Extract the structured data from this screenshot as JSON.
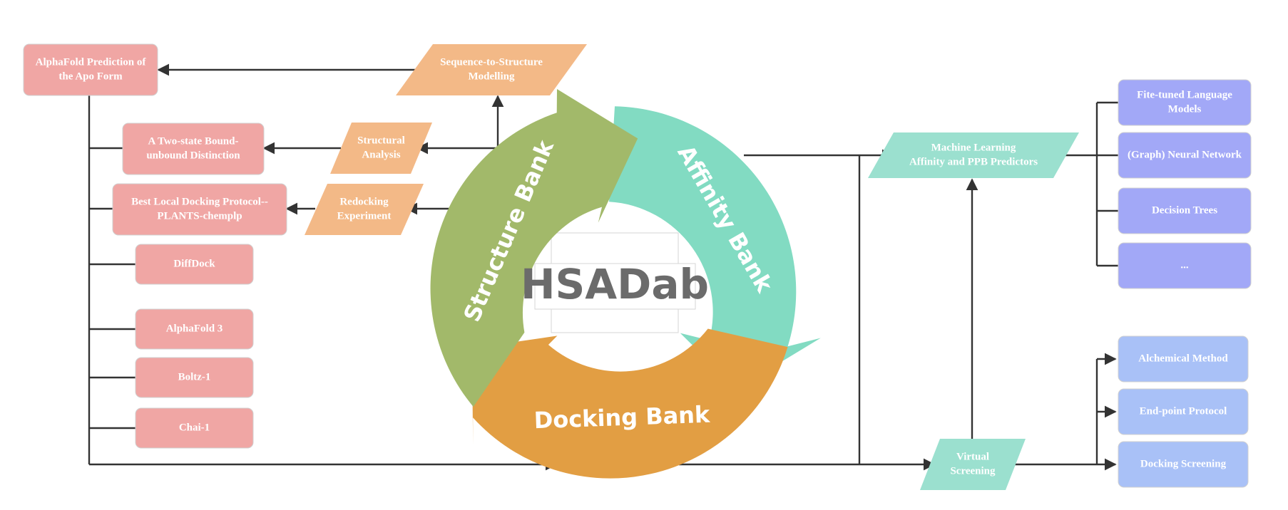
{
  "title": "HSADab",
  "banks": {
    "structure": "Structure Bank",
    "affinity": "Affinity Bank",
    "docking": "Docking Bank"
  },
  "colors": {
    "structure": "#a2b96a",
    "affinity": "#82dbc2",
    "docking": "#e29e43",
    "method_box": "#f0a6a4",
    "process_box": "#f3b987",
    "ml_box": "#9be0cf",
    "model_box": "#a2a8f7",
    "screening_box": "#a9c1f7"
  },
  "left_methods": [
    [
      "AlphaFold Prediction of",
      "the Apo Form"
    ],
    [
      "A Two-state Bound-",
      "unbound Distinction"
    ],
    [
      "Best Local Docking Protocol--",
      "PLANTS-chemplp"
    ],
    [
      "DiffDock"
    ],
    [
      "AlphaFold 3"
    ],
    [
      "Boltz-1"
    ],
    [
      "Chai-1"
    ]
  ],
  "processes": [
    [
      "Sequence-to-Structure",
      "Modelling"
    ],
    [
      "Structural",
      "Analysis"
    ],
    [
      "Redocking",
      "Experiment"
    ]
  ],
  "ml_predictor": [
    "Machine Learning",
    "Affinity and PPB Predictors"
  ],
  "virtual_screening": [
    "Virtual",
    "Screening"
  ],
  "ml_models": [
    [
      "Fite-tuned Language",
      "Models"
    ],
    [
      "(Graph) Neural Network"
    ],
    [
      "Decision Trees"
    ],
    [
      "..."
    ]
  ],
  "screening_methods": [
    [
      "Alchemical Method"
    ],
    [
      "End-point Protocol"
    ],
    [
      "Docking Screening"
    ]
  ]
}
